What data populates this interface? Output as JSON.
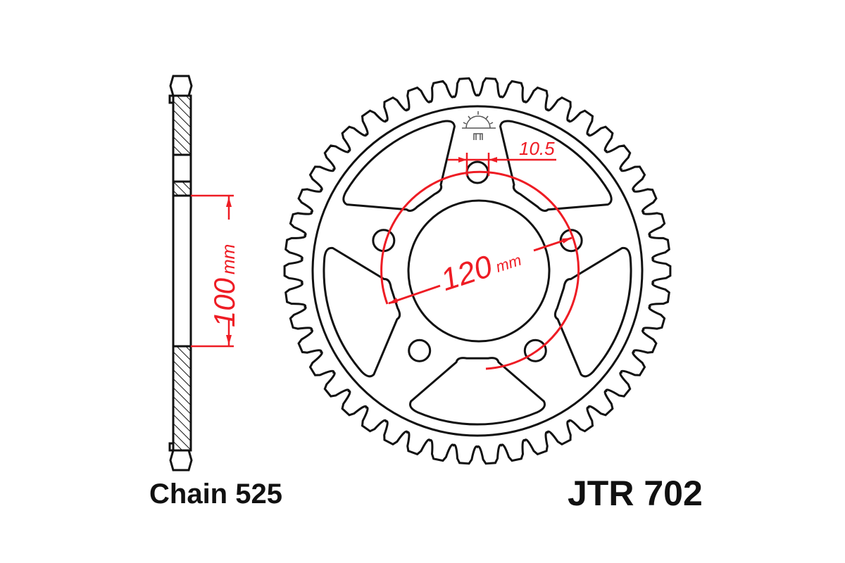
{
  "labels": {
    "chain": "Chain 525",
    "part_number": "JTR 702"
  },
  "dimensions": {
    "bolt_hole": "10.5",
    "center_bore": "100",
    "center_bore_unit": "mm",
    "pcd": "120",
    "pcd_unit": "mm"
  },
  "colors": {
    "line": "#111111",
    "dimension": "#ee1c24"
  },
  "logo": {
    "icon": "sun-logo-icon"
  }
}
